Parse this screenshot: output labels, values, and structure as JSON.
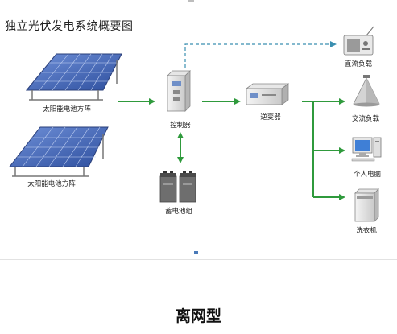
{
  "title": "独立光伏发电系统概要图",
  "caption": "离网型",
  "components": {
    "solar_array_1": "太阳能电池方阵",
    "solar_array_2": "太阳能电池方阵",
    "controller": "控制器",
    "battery": "蓄电池组",
    "inverter": "逆变器",
    "dc_load": "直流负载",
    "ac_load": "交流负载",
    "pc": "个人电脑",
    "washer": "洗衣机"
  },
  "colors": {
    "arrow": "#2f9a3c",
    "dashed_arrow": "#3b8fb0",
    "panel": "#3d63b8",
    "device_gray": "#9a9a9a"
  }
}
